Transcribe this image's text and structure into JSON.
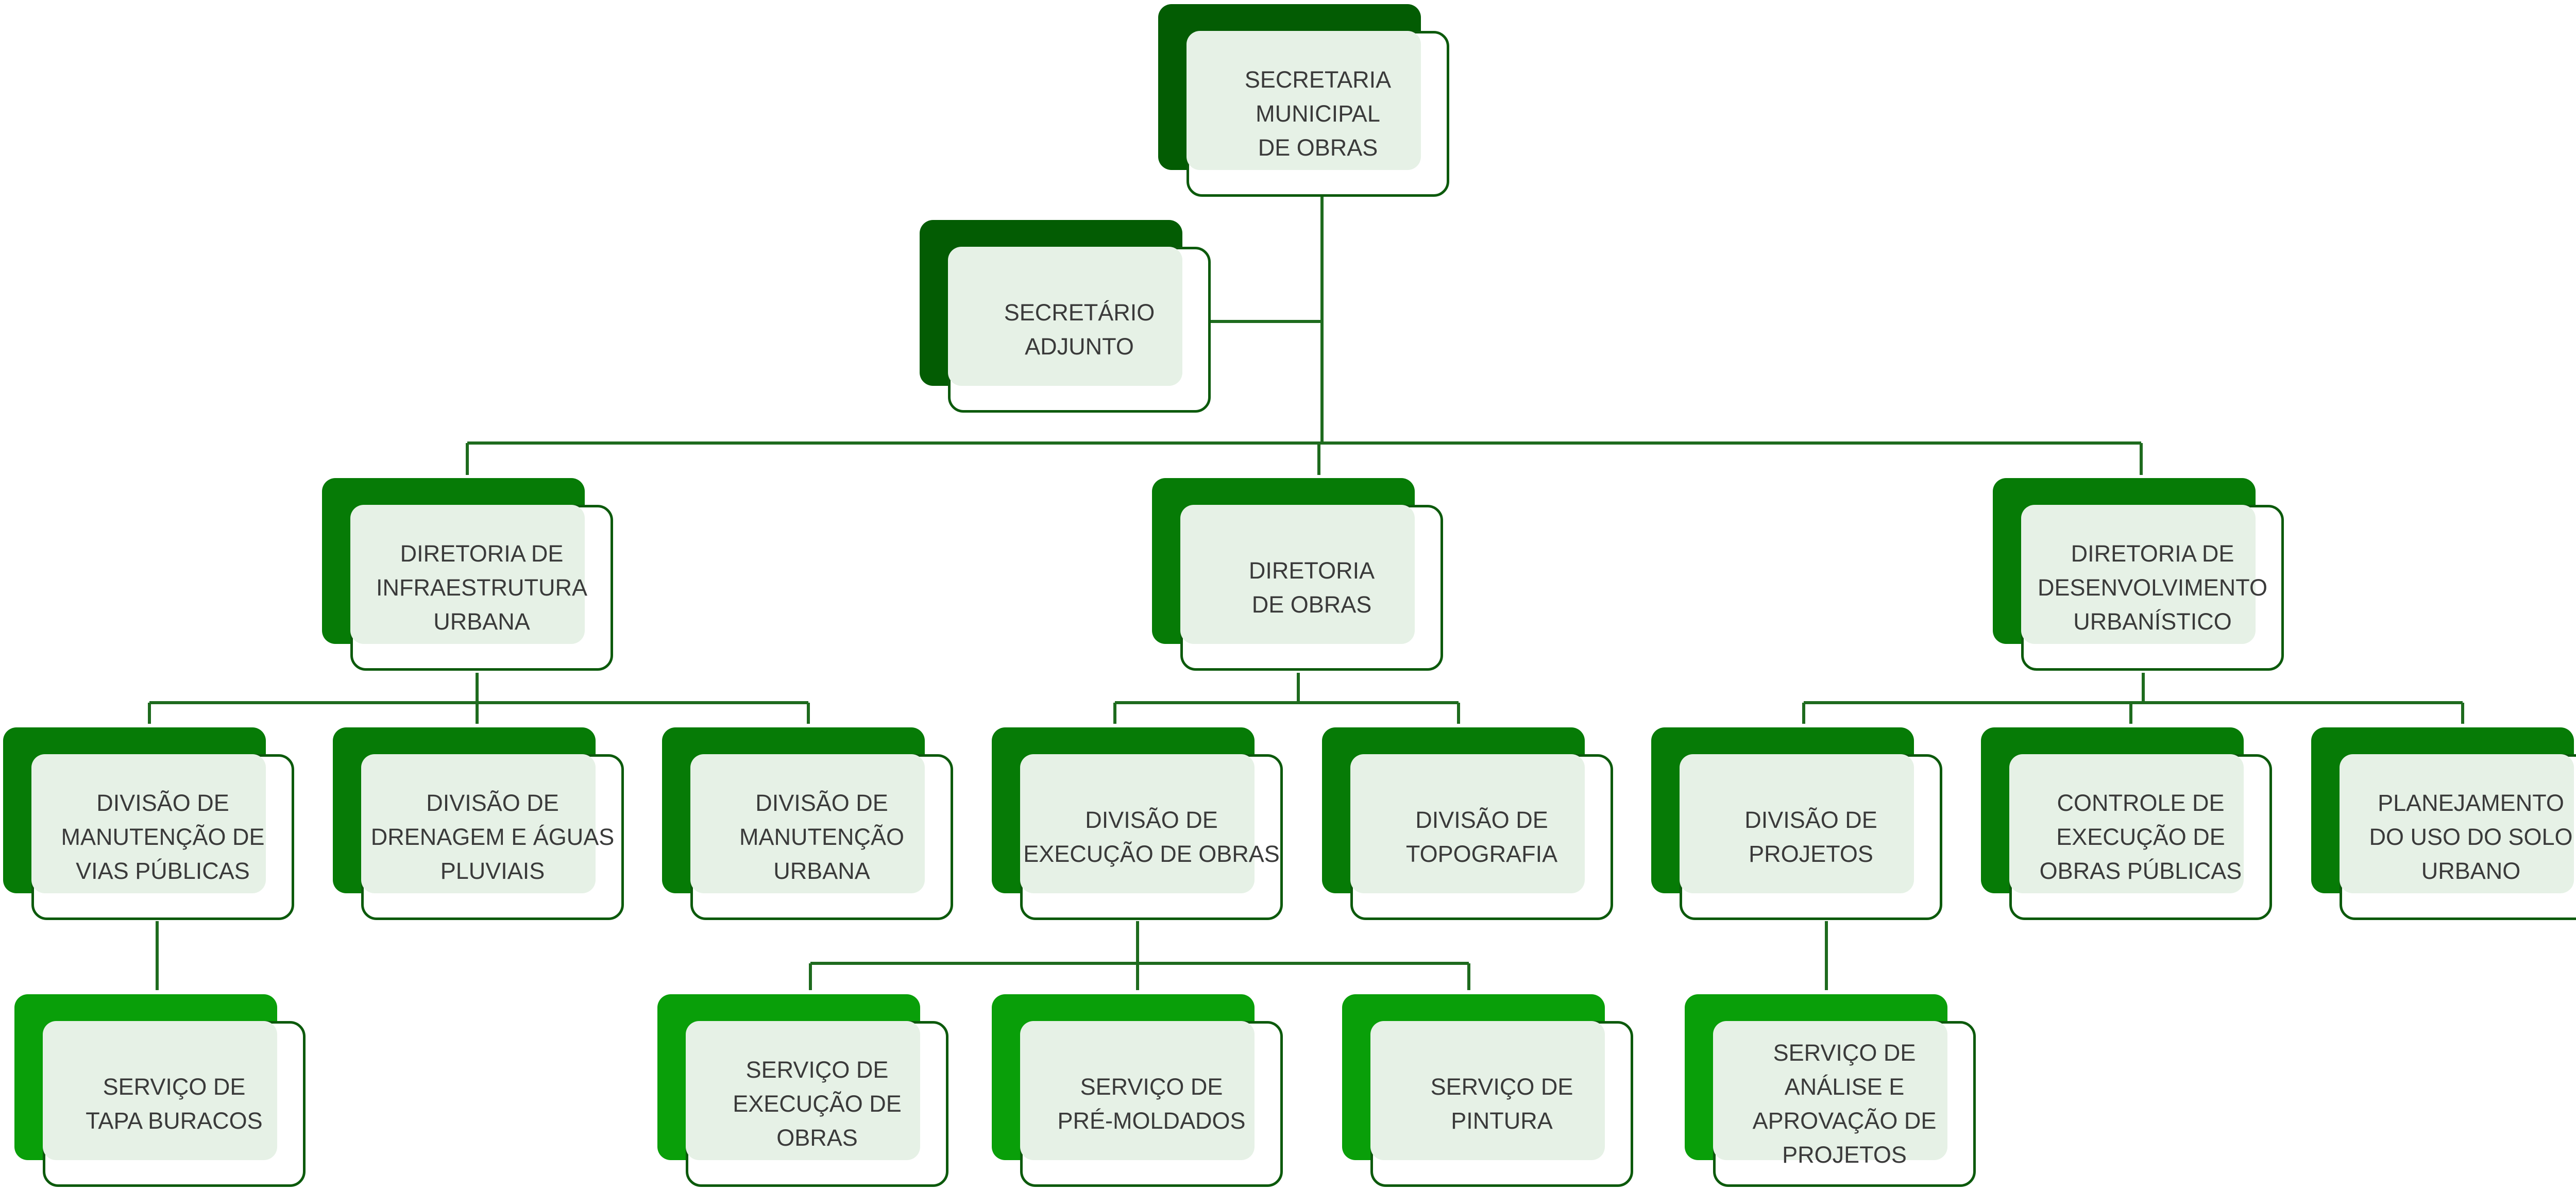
{
  "colors": {
    "line": "#1e6b1e",
    "level_dark": "#035c03",
    "level_mid": "#067b06",
    "level_light": "#099f09",
    "tint": "#e6f1e6",
    "border": "#0c5a0c"
  },
  "nodes": {
    "secretaria": "SECRETARIA\nMUNICIPAL\nDE OBRAS",
    "secretario_adjunto": "SECRETÁRIO\nADJUNTO",
    "diretoria_infra": "DIRETORIA DE\nINFRAESTRUTURA\nURBANA",
    "diretoria_obras": "DIRETORIA\nDE OBRAS",
    "diretoria_desenv": "DIRETORIA DE\nDESENVOLVIMENTO\nURBANÍSTICO",
    "div_manut_vias": "DIVISÃO DE\nMANUTENÇÃO DE\nVIAS PÚBLICAS",
    "div_drenagem": "DIVISÃO DE\nDRENAGEM E ÁGUAS\nPLUVIAIS",
    "div_manut_urbana": "DIVISÃO DE\nMANUTENÇÃO\nURBANA",
    "div_execucao": "DIVISÃO DE\nEXECUÇÃO DE OBRAS",
    "div_topografia": "DIVISÃO DE\nTOPOGRAFIA",
    "div_projetos": "DIVISÃO DE\nPROJETOS",
    "controle_execucao": "CONTROLE DE\nEXECUÇÃO DE\nOBRAS PÚBLICAS",
    "planejamento_solo": "PLANEJAMENTO\nDO USO DO SOLO\nURBANO",
    "serv_tapa_buracos": "SERVIÇO DE\nTAPA BURACOS",
    "serv_execucao": "SERVIÇO DE\nEXECUÇÃO DE\nOBRAS",
    "serv_pre_moldados": "SERVIÇO DE\nPRÉ-MOLDADOS",
    "serv_pintura": "SERVIÇO DE\nPINTURA",
    "serv_analise": "SERVIÇO DE\nANÁLISE E\nAPROVAÇÃO DE\nPROJETOS"
  }
}
